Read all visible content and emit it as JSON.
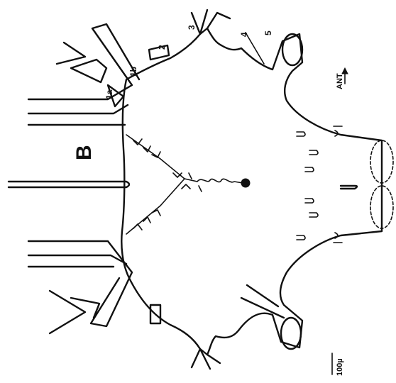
{
  "figure": {
    "panel_letter": "B",
    "labels": {
      "l1a": "1a",
      "l1b": "1b",
      "l2": "2",
      "l3": "3",
      "l4": "4",
      "l5": "5"
    },
    "orientation_label": "ANT",
    "scale_bar_label": "100µ"
  }
}
